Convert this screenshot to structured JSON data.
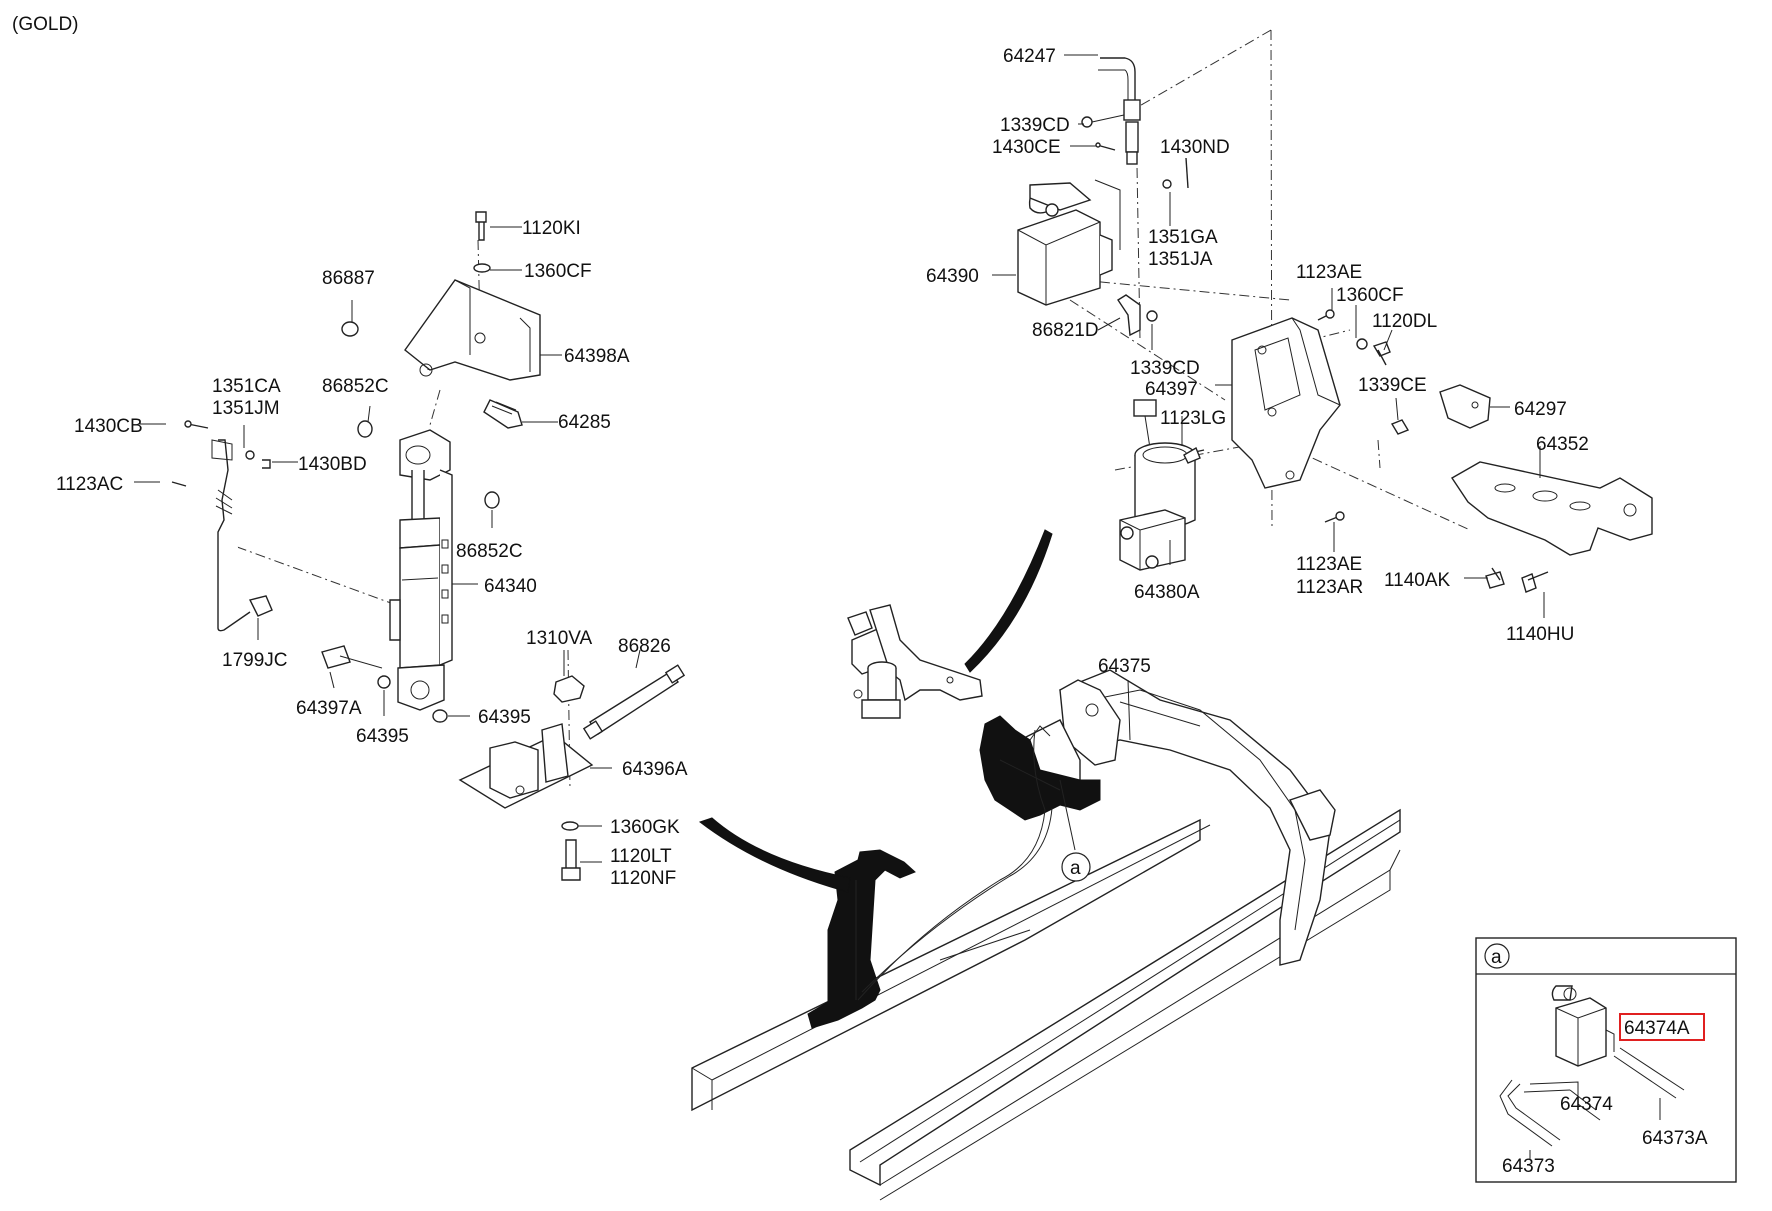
{
  "header": {
    "variant": "(GOLD)"
  },
  "labels": {
    "p64247": "64247",
    "p1339CD_top": "1339CD",
    "p1430CE": "1430CE",
    "p1430ND": "1430ND",
    "p1351GA": "1351GA",
    "p1351JA": "1351JA",
    "p64390": "64390",
    "p86821D": "86821D",
    "p1339CD_mid": "1339CD",
    "p64397": "64397",
    "p1123LG": "1123LG",
    "p1123AE_top": "1123AE",
    "p1360CF_right": "1360CF",
    "p1120DL": "1120DL",
    "p1339CE": "1339CE",
    "p64297": "64297",
    "p64352": "64352",
    "p64380A": "64380A",
    "p1123AE_bot": "1123AE",
    "p1123AR": "1123AR",
    "p1140AK": "1140AK",
    "p1140HU": "1140HU",
    "p64375": "64375",
    "p1120KI": "1120KI",
    "p1360CF_left": "1360CF",
    "p86887": "86887",
    "p64398A": "64398A",
    "p86852C_top": "86852C",
    "p64285": "64285",
    "p1351CA": "1351CA",
    "p1351JM": "1351JM",
    "p1430CB": "1430CB",
    "p1430BD": "1430BD",
    "p1123AC": "1123AC",
    "p86852C_bot": "86852C",
    "p64340": "64340",
    "p1799JC": "1799JC",
    "p64397A": "64397A",
    "p64395_a": "64395",
    "p64395_b": "64395",
    "p1310VA": "1310VA",
    "p86826": "86826",
    "p64396A": "64396A",
    "p1360GK": "1360GK",
    "p1120LT": "1120LT",
    "p1120NF": "1120NF",
    "ref_a": "a"
  },
  "inset": {
    "ref": "a",
    "p64374A": "64374A",
    "p64374": "64374",
    "p64373A": "64373A",
    "p64373": "64373",
    "highlight_color": "#e02020"
  }
}
